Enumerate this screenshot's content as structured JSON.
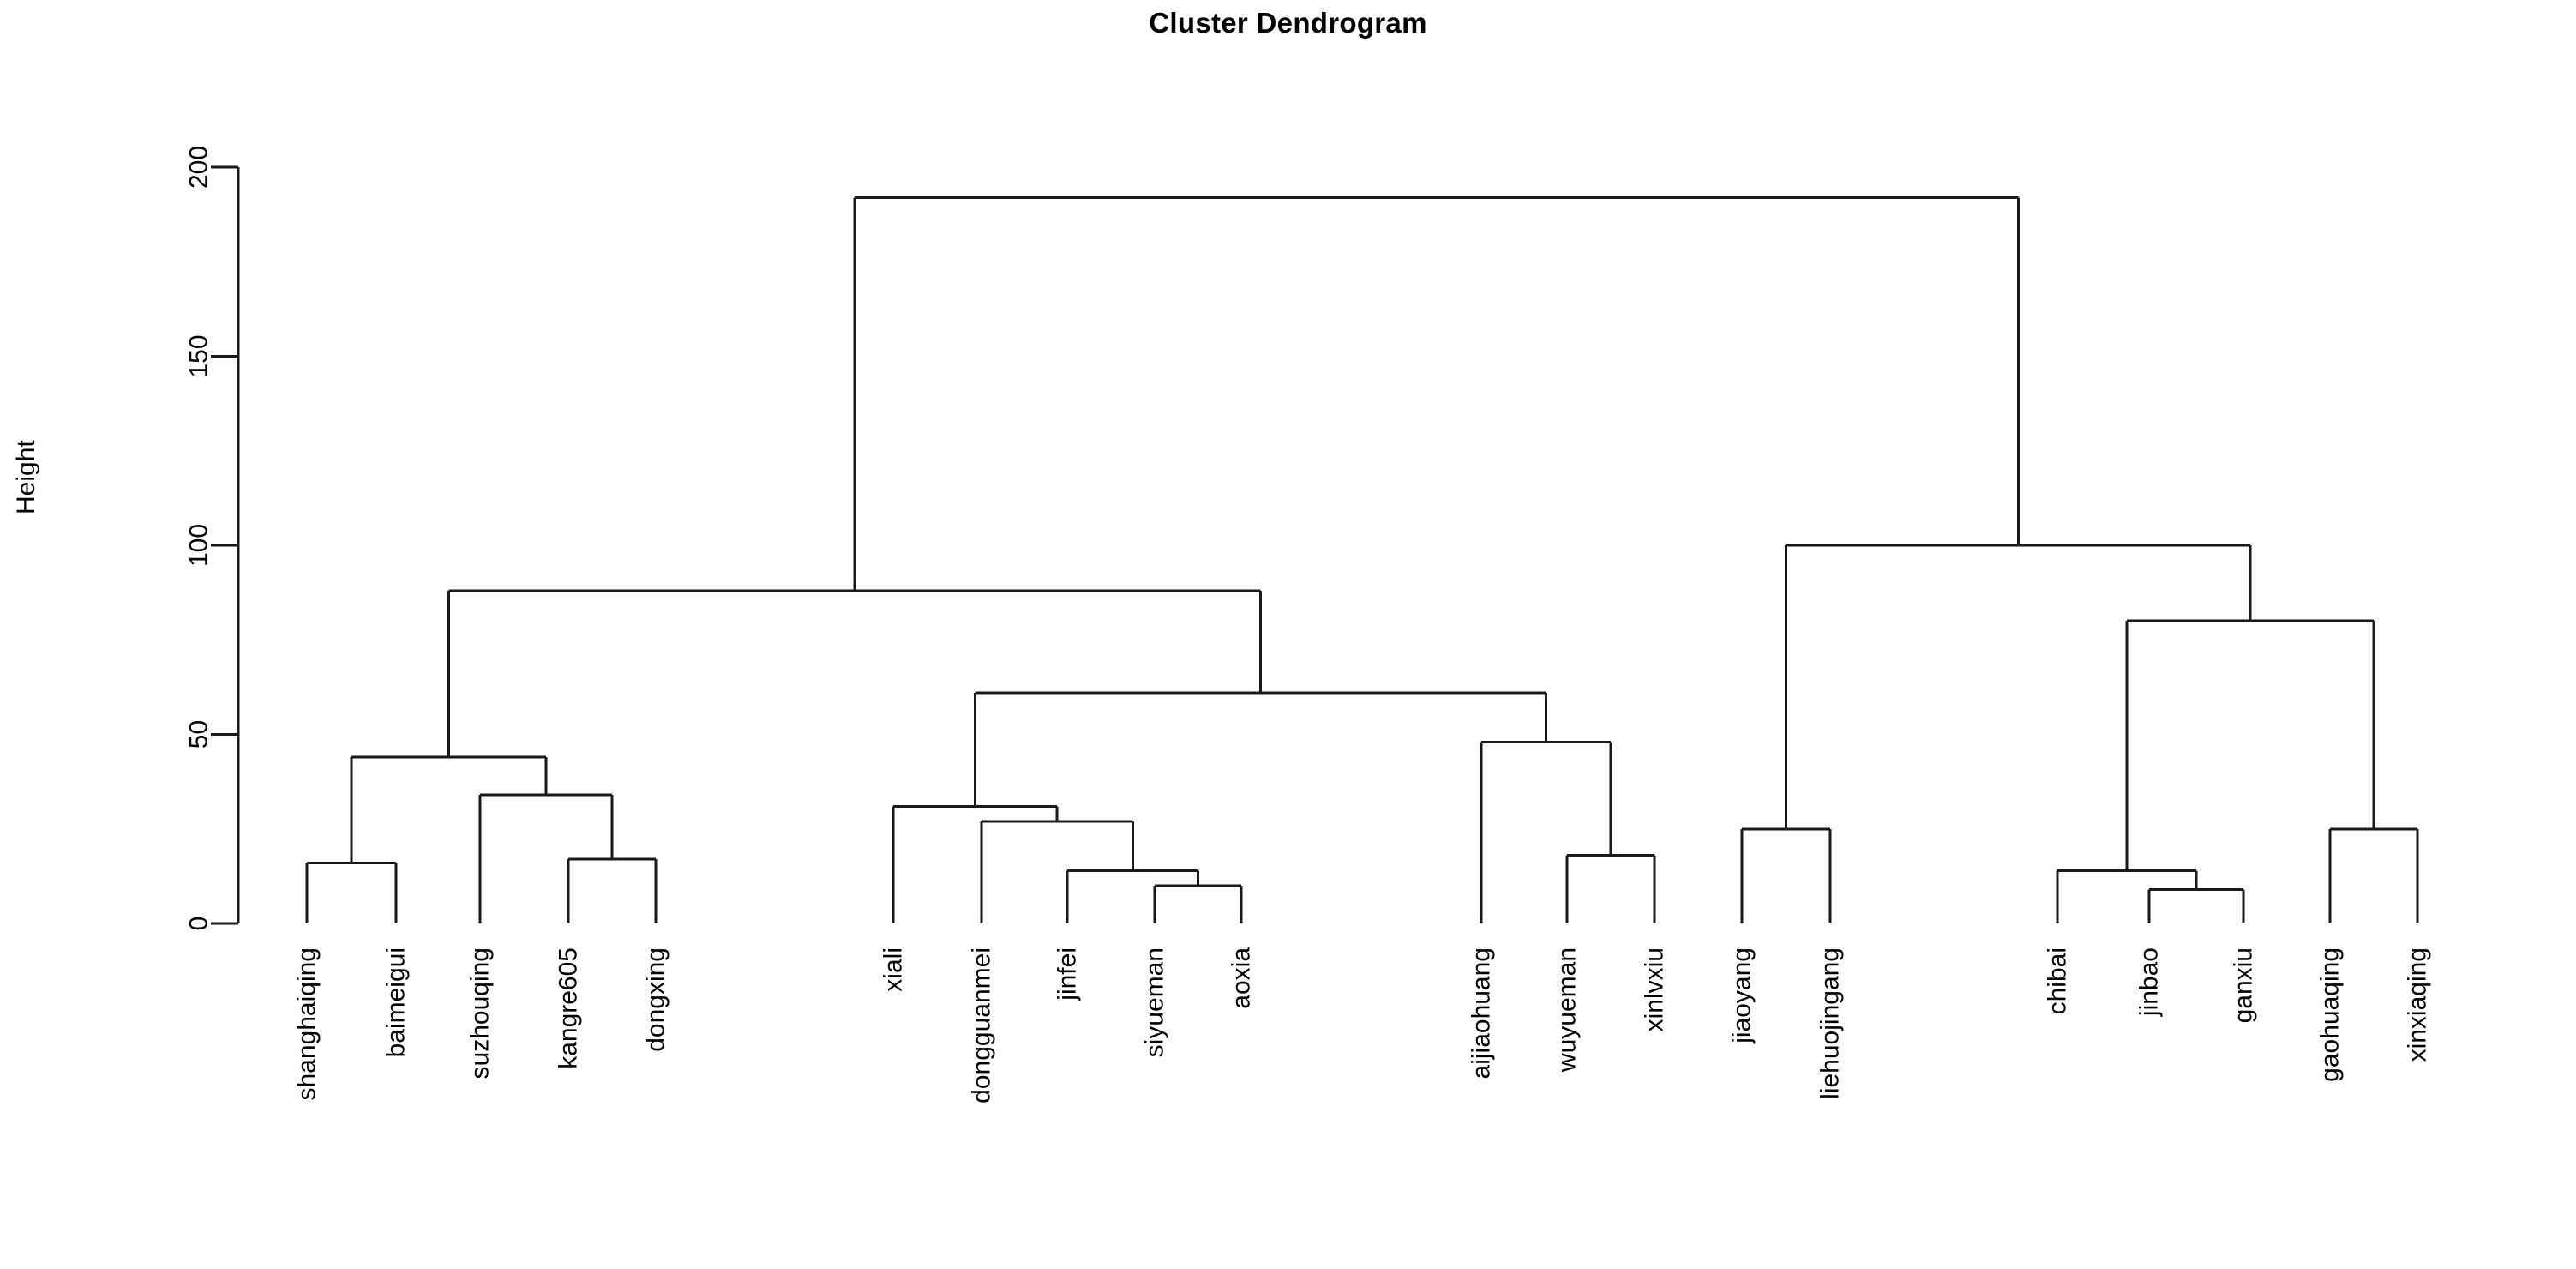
{
  "title": "Cluster Dendrogram",
  "ylabel": "Height",
  "chart_data": {
    "type": "dendrogram",
    "title": "Cluster Dendrogram",
    "xlabel": "",
    "ylabel": "Height",
    "ylim": [
      0,
      200
    ],
    "yticks": [
      0,
      50,
      100,
      150,
      200
    ],
    "ytick_labels": [
      "0",
      "50",
      "100",
      "150",
      "200"
    ],
    "grid": false,
    "legend": "none",
    "orientation": "top-down",
    "leaf_order": [
      "shanghaiqing",
      "baimeigui",
      "suzhouqing",
      "kangre605",
      "dongxing",
      "xiali",
      "dongguanmei",
      "jinfei",
      "siyueman",
      "aoxia",
      "aijiaohuang",
      "wuyueman",
      "xinlvxiu",
      "jiaoyang",
      "liehuojingang",
      "chibai",
      "jinbao",
      "ganxiu",
      "gaohuaqing",
      "xinxiaqing"
    ],
    "leaf_x": [
      358,
      462,
      560,
      663,
      765,
      1042,
      1145,
      1245,
      1347,
      1448,
      1728,
      1828,
      1930,
      2032,
      2135,
      2400,
      2507,
      2617,
      2718,
      2820
    ],
    "merges": [
      {
        "id": "m1",
        "left": "shanghaiqing",
        "right": "baimeigui",
        "height": 16
      },
      {
        "id": "m2",
        "left": "kangre605",
        "right": "dongxing",
        "height": 17
      },
      {
        "id": "m3",
        "left": "suzhouqing",
        "right": "m2",
        "height": 34
      },
      {
        "id": "m4",
        "left": "m1",
        "right": "m3",
        "height": 44
      },
      {
        "id": "m5",
        "left": "siyueman",
        "right": "aoxia",
        "height": 10
      },
      {
        "id": "m6",
        "left": "jinfei",
        "right": "m5",
        "height": 14
      },
      {
        "id": "m7",
        "left": "dongguanmei",
        "right": "m6",
        "height": 27
      },
      {
        "id": "m8",
        "left": "xiali",
        "right": "m7",
        "height": 31
      },
      {
        "id": "m9",
        "left": "wuyueman",
        "right": "xinlvxiu",
        "height": 18
      },
      {
        "id": "m10",
        "left": "aijiaohuang",
        "right": "m9",
        "height": 48
      },
      {
        "id": "m11",
        "left": "m8",
        "right": "m10",
        "height": 61
      },
      {
        "id": "m12",
        "left": "m4",
        "right": "m11",
        "height": 88
      },
      {
        "id": "m13",
        "left": "jiaoyang",
        "right": "liehuojingang",
        "height": 25
      },
      {
        "id": "m14",
        "left": "jinbao",
        "right": "ganxiu",
        "height": 9
      },
      {
        "id": "m15",
        "left": "chibai",
        "right": "m14",
        "height": 14
      },
      {
        "id": "m16",
        "left": "gaohuaqing",
        "right": "xinxiaqing",
        "height": 25
      },
      {
        "id": "m17",
        "left": "m15",
        "right": "m16",
        "height": 80
      },
      {
        "id": "m18",
        "left": "m13",
        "right": "m17",
        "height": 100
      },
      {
        "id": "m19",
        "left": "m12",
        "right": "m18",
        "height": 192
      }
    ],
    "line_color": "#1a1a1a",
    "background": "#ffffff"
  },
  "axis": {
    "tick_labels": [
      "0",
      "50",
      "100",
      "150",
      "200"
    ],
    "tick_values": [
      0,
      50,
      100,
      150,
      200
    ]
  }
}
